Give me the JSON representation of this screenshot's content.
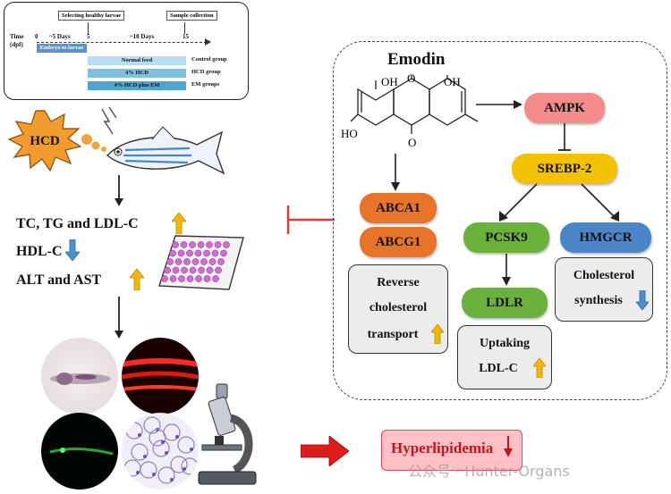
{
  "timeline": {
    "axis_label": "Time",
    "axis_unit": "(dpf)",
    "tick_0": "0",
    "tick_5": "~5 Days",
    "tick_mid": "5",
    "tick_10": "~10 Days",
    "tick_15": "15",
    "selecting_label": "Selecting healthy larvae",
    "sample_label": "Sample collection",
    "embryo_label": "Embryo to larvae",
    "bars": [
      "Normal feed",
      "4% HCD",
      "4% HCD plus EM"
    ],
    "groups": [
      "Control group",
      "HCD group",
      "EM groups"
    ]
  },
  "hcd_label": "HCD",
  "findings": {
    "lipids": "TC, TG and LDL-C",
    "hdl": "HDL-C",
    "liver": "ALT and AST"
  },
  "emodin": {
    "title": "Emodin",
    "oh_top_left": "OH",
    "o_top": "O",
    "oh_top_right": "OH",
    "ho_left": "HO",
    "o_bottom": "O"
  },
  "pathway": {
    "ampk": "AMPK",
    "srebp2": "SREBP-2",
    "pcsk9": "PCSK9",
    "hmgcr": "HMGCR",
    "ldlr": "LDLR",
    "abca1": "ABCA1",
    "abcg1": "ABCG1",
    "reverse_1": "Reverse",
    "reverse_2": "cholesterol",
    "reverse_3": "transport",
    "uptake_1": "Uptaking",
    "uptake_2": "LDL-C",
    "synth_1": "Cholesterol",
    "synth_2": "synthesis"
  },
  "outcome": "Hyperlipidemia",
  "watermark": "公众号 · Hunter-Organs",
  "colors": {
    "ampk": "#f48a8a",
    "srebp2": "#f2c200",
    "pcsk9": "#6ab23c",
    "hmgcr": "#4b86c8",
    "abc": "#e8742a",
    "up_arrow": "#f5b800",
    "down_arrow": "#4a8fd0",
    "inhibit": "#e53935"
  }
}
